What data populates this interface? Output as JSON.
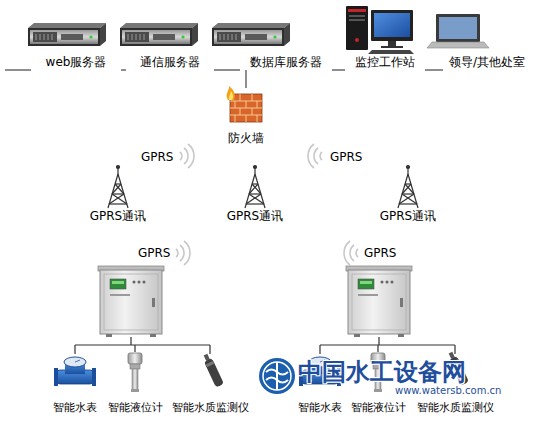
{
  "diagram": {
    "nodes": [
      {
        "text": [
          "web服务器"
        ]
      },
      {
        "text": [
          "通信服务器"
        ]
      },
      {
        "text": [
          "数据库服务器"
        ]
      },
      {
        "text": [
          "监控工作站"
        ]
      },
      {
        "text": [
          "领导/其他处室"
        ]
      },
      {
        "text": [
          "防火墙"
        ]
      },
      {
        "text": [
          "GPRS通讯"
        ]
      },
      {
        "text": [
          "GPRS通讯"
        ]
      },
      {
        "text": [
          "GPRS通讯"
        ]
      },
      {
        "text": [
          "智能水表"
        ]
      },
      {
        "text": [
          "智能液位计"
        ]
      },
      {
        "text": [
          "智能水质监测仪"
        ]
      },
      {
        "text": [
          "智能水表"
        ]
      },
      {
        "text": [
          "智能液位计"
        ]
      },
      {
        "text": [
          "智能水质监测仪"
        ]
      }
    ],
    "edges": [
      {
        "from": 0,
        "to": 1,
        "arrow": "none"
      },
      {
        "from": 1,
        "to": 2,
        "arrow": "none"
      },
      {
        "from": 2,
        "to": 3,
        "arrow": "none"
      },
      {
        "from": 3,
        "to": 4,
        "arrow": "none"
      },
      {
        "from": 5,
        "to": 2,
        "arrow": "none"
      }
    ],
    "labels": [
      "GPRS",
      "GPRS",
      "GPRS",
      "GPRS",
      "中国水工设备网",
      "www.watersb.com.cn"
    ]
  }
}
